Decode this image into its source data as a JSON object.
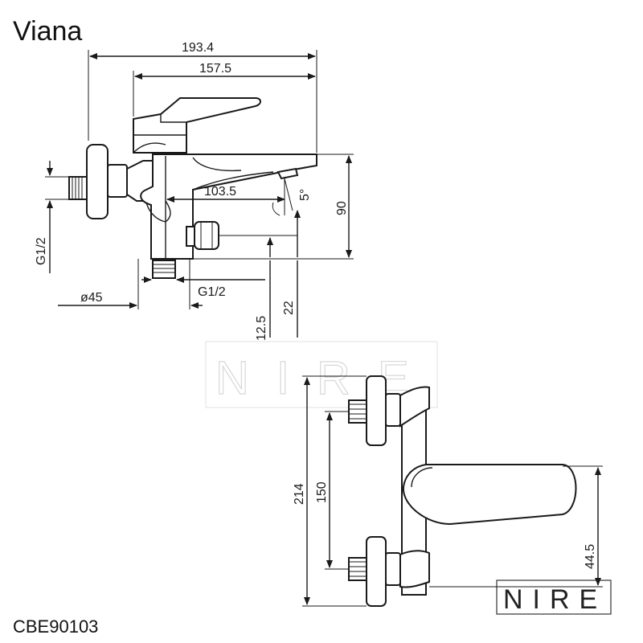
{
  "title": "Viana",
  "product_code": "CBE90103",
  "brand": "NIRE",
  "watermark": "NIRE",
  "colors": {
    "line": "#1a1a1a",
    "watermark": "#d8d8d8",
    "background": "#ffffff"
  },
  "dimensions": {
    "overall_length": "193.4",
    "spout_length": "157.5",
    "spout_reach": "103.5",
    "spout_angle": "5°",
    "height": "90",
    "thread_left": "G1/2",
    "thread_bottom": "G1/2",
    "flange_diameter": "ø45",
    "offset_small": "12.5",
    "offset_large": "22",
    "total_height_front": "214",
    "center_distance": "150",
    "spout_height_front": "44.5"
  }
}
